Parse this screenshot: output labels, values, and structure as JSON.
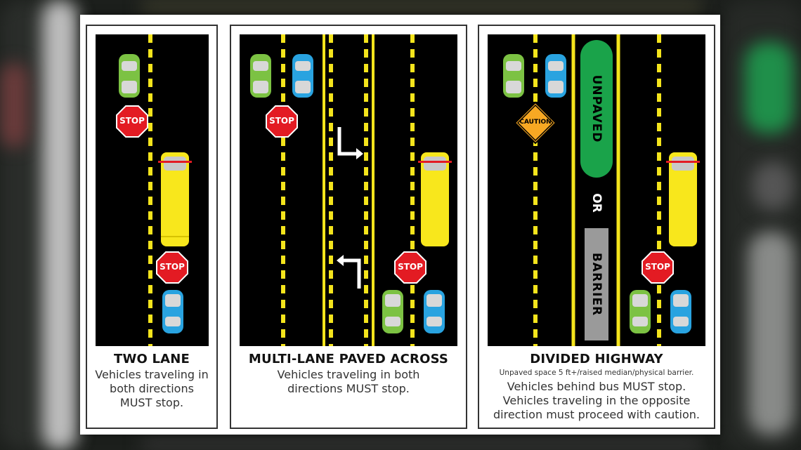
{
  "panels": [
    {
      "title": "TWO LANE",
      "body": "Vehicles traveling in both directions MUST stop.",
      "stop_signs": [
        "STOP",
        "STOP"
      ]
    },
    {
      "title": "MULTI-LANE PAVED ACROSS",
      "body": "Vehicles traveling in both directions MUST stop.",
      "stop_signs": [
        "STOP",
        "STOP"
      ]
    },
    {
      "title": "DIVIDED HIGHWAY",
      "note": "Unpaved space 5 ft+/raised median/physical barrier.",
      "body": "Vehicles behind bus MUST stop. Vehicles traveling in the opposite direction must proceed with caution.",
      "caution_sign": "CAUTION",
      "median_unpaved": "UNPAVED",
      "median_or": "OR",
      "median_barrier": "BARRIER",
      "stop_signs": [
        "STOP"
      ]
    }
  ],
  "colors": {
    "road": "#000000",
    "lane_yellow": "#f4e41c",
    "stop_red": "#e31b23",
    "car_green": "#7cc243",
    "car_blue": "#29a3e0",
    "bus_yellow": "#f8e71c",
    "caution_orange": "#f7a823",
    "median_green": "#1aa34a",
    "barrier_gray": "#9a9a9a"
  }
}
